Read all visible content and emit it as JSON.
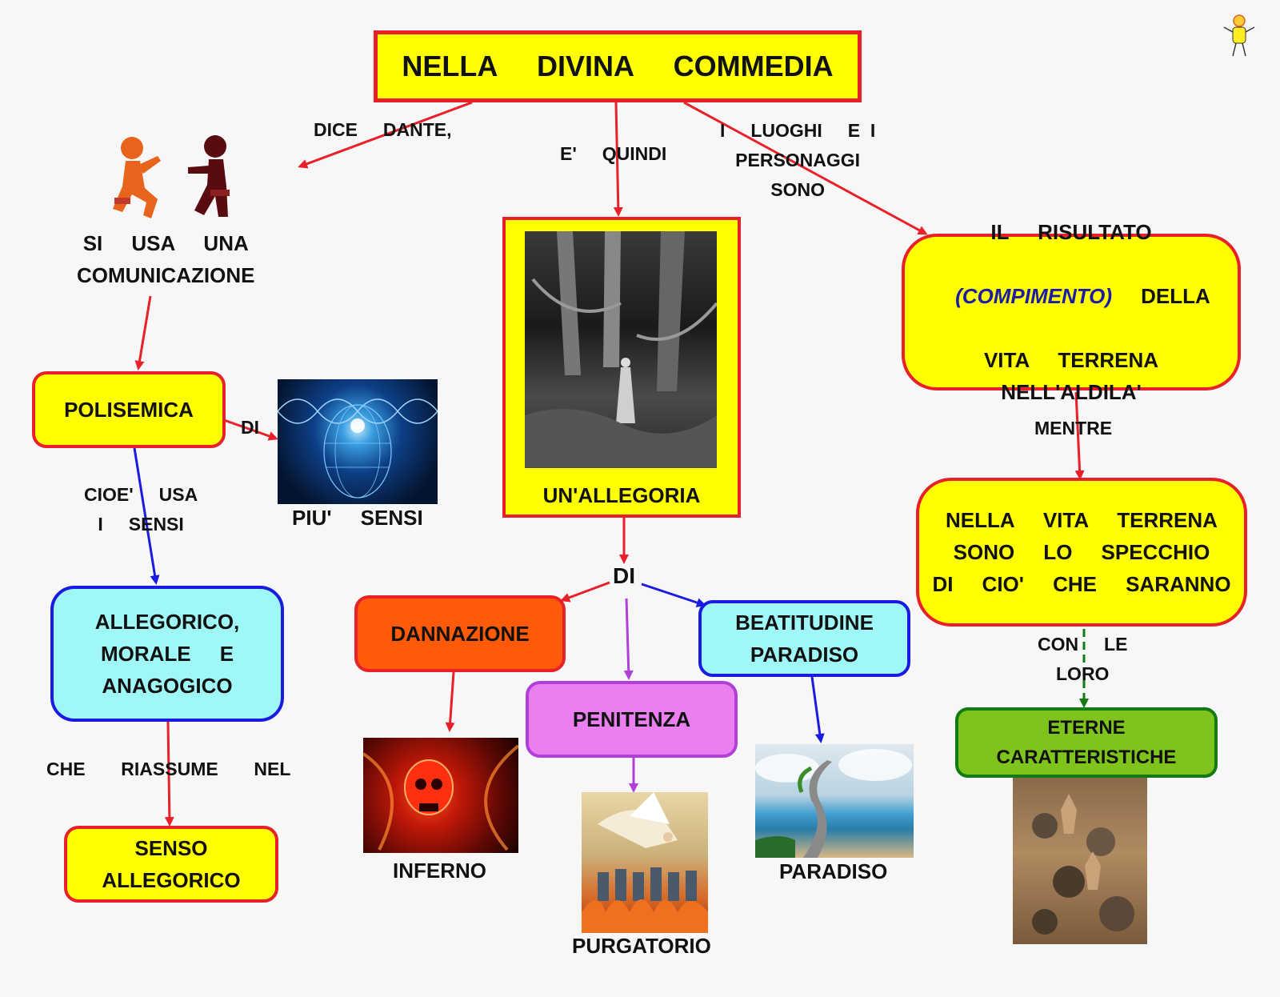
{
  "title": "NELLA     DIVINA     COMMEDIA",
  "edges": {
    "dice": "DICE     DANTE,",
    "quindi": "E'     QUINDI",
    "luoghi": "I     LUOGHI     E  I\nPERSONAGGI\nSONO",
    "di_polisemica": "DI",
    "cioe": "CIOE'     USA\nI     SENSI",
    "che_riassume": "CHE       RIASSUME       NEL",
    "di_allegoria": "DI",
    "mentre": "MENTRE",
    "con_le_loro": "CON     LE\nLORO"
  },
  "nodes": {
    "comunicazione": "SI     USA     UNA\nCOMUNICAZIONE",
    "polisemica": "POLISEMICA",
    "piu_sensi": "PIU'     SENSI",
    "allegorico": "ALLEGORICO,\nMORALE     E\nANAGOGICO",
    "senso_allegorico": "SENSO\nALLEGORICO",
    "allegoria": "UN'ALLEGORIA",
    "risultato_1": "IL     RISULTATO",
    "risultato_compimento": "(COMPIMENTO)",
    "risultato_2": "     DELLA",
    "risultato_3": "VITA     TERRENA\nNELL'ALDILA'",
    "vita_terrena": "NELLA     VITA     TERRENA\nSONO     LO     SPECCHIO\nDI     CIO'     CHE     SARANNO",
    "eterne": "ETERNE\nCARATTERISTICHE",
    "dannazione": "DANNAZIONE",
    "penitenza": "PENITENZA",
    "beatitudine": "BEATITUDINE\nPARADISO",
    "inferno": "INFERNO",
    "purgatorio": "PURGATORIO",
    "paradiso": "PARADISO"
  },
  "colors": {
    "yellow": "#ffff00",
    "red_border": "#e8202a",
    "cyan": "#9ff7f8",
    "blue_border": "#1a1ae0",
    "orange": "#ff5a08",
    "violet": "#ea80f0",
    "green": "#7ec41c",
    "green_border": "#127a12",
    "compimento_blue": "#1b1ba8"
  },
  "icons": [
    "two-figures-talking-icon",
    "mascot-icon",
    "forest-picture-icon",
    "head-waves-picture-icon",
    "skull-flames-picture-icon",
    "angel-flames-picture-icon",
    "stairway-sky-picture-icon",
    "boulders-picture-icon"
  ]
}
